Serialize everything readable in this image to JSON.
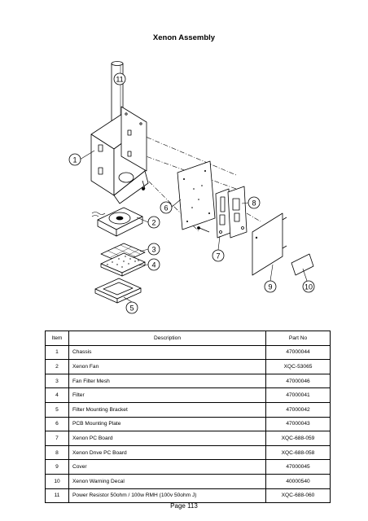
{
  "page": {
    "title": "Xenon Assembly",
    "footer": "Page 113"
  },
  "diagram": {
    "callouts": [
      "1",
      "2",
      "3",
      "4",
      "5",
      "6",
      "7",
      "8",
      "9",
      "10",
      "11"
    ]
  },
  "table": {
    "headers": {
      "item": "Item",
      "description": "Description",
      "part_no": "Part No"
    },
    "rows": [
      {
        "item": "1",
        "description": "Chassis",
        "part_no": "47000044"
      },
      {
        "item": "2",
        "description": "Xenon Fan",
        "part_no": "XQC-53065"
      },
      {
        "item": "3",
        "description": "Fan Filter Mesh",
        "part_no": "47000046"
      },
      {
        "item": "4",
        "description": "Filter",
        "part_no": "47000041"
      },
      {
        "item": "5",
        "description": "Filter Mounting Bracket",
        "part_no": "47000042"
      },
      {
        "item": "6",
        "description": "PCB Mounting Plate",
        "part_no": "47000043"
      },
      {
        "item": "7",
        "description": "Xenon PC Board",
        "part_no": "XQC-688-059"
      },
      {
        "item": "8",
        "description": "Xenon Dnve PC Board",
        "part_no": "XQC-688-058"
      },
      {
        "item": "9",
        "description": "Cover",
        "part_no": "47000045"
      },
      {
        "item": "10",
        "description": "Xenon Warning Decal",
        "part_no": "40000540"
      },
      {
        "item": "11",
        "description": "Power Resistor 50ohm / 100w RMH (100v 50ohm J)",
        "part_no": "XQC-688-060"
      }
    ]
  }
}
